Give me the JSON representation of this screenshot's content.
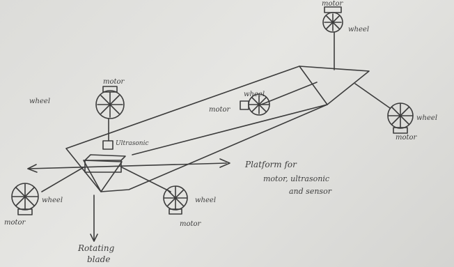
{
  "labels": {
    "motor_top_right": "motor",
    "wheel_top_right": "wheel",
    "motor_upper_left": "motor",
    "wheel_upper_left": "wheel",
    "wheel_center": "wheel",
    "motor_center": "motor",
    "ultrasonic": "Ultrasonic",
    "wheel_right": "wheel",
    "motor_right": "motor",
    "platform_line1": "Platform for",
    "platform_line2": "motor, ultrasonic",
    "platform_line3": "and sensor",
    "wheel_lower_left": "wheel",
    "motor_lower_left": "motor",
    "wheel_lower_center": "wheel",
    "motor_lower_center": "motor",
    "rotating_blade_line1": "Rotating",
    "rotating_blade_line2": "blade"
  },
  "colors": {
    "ink": "#3c3c3c",
    "paper": "#e2e2df"
  }
}
